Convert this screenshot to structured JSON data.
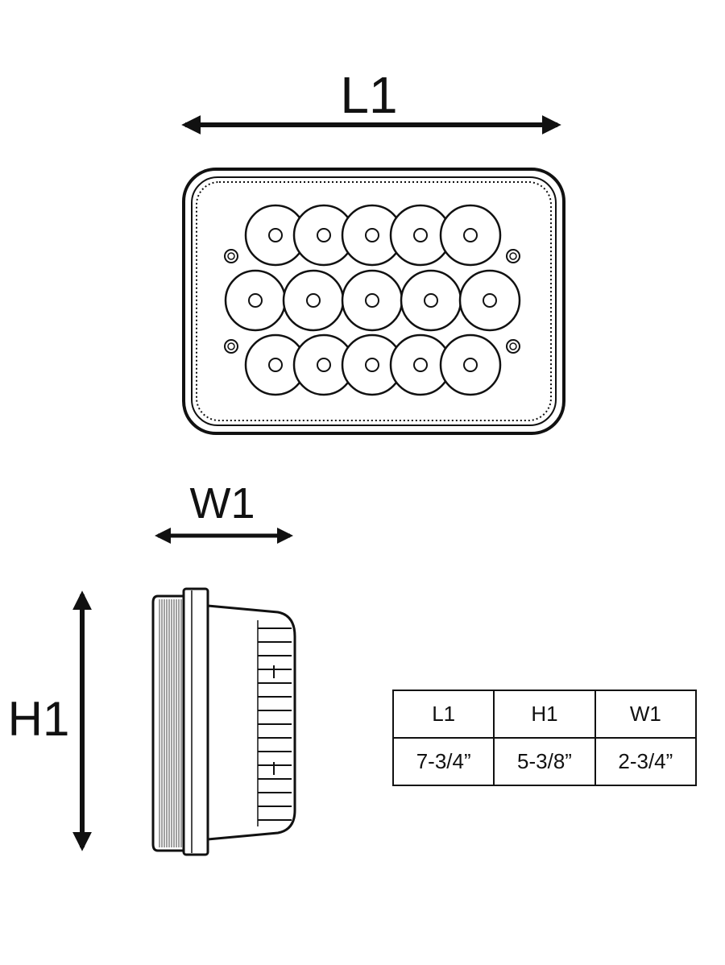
{
  "labels": {
    "length": "L1",
    "width": "W1",
    "height": "H1"
  },
  "spec_table": {
    "headers": [
      "L1",
      "H1",
      "W1"
    ],
    "values": [
      "7-3/4”",
      "5-3/8”",
      "2-3/4”"
    ]
  },
  "colors": {
    "line": "#111111",
    "background": "#ffffff"
  }
}
